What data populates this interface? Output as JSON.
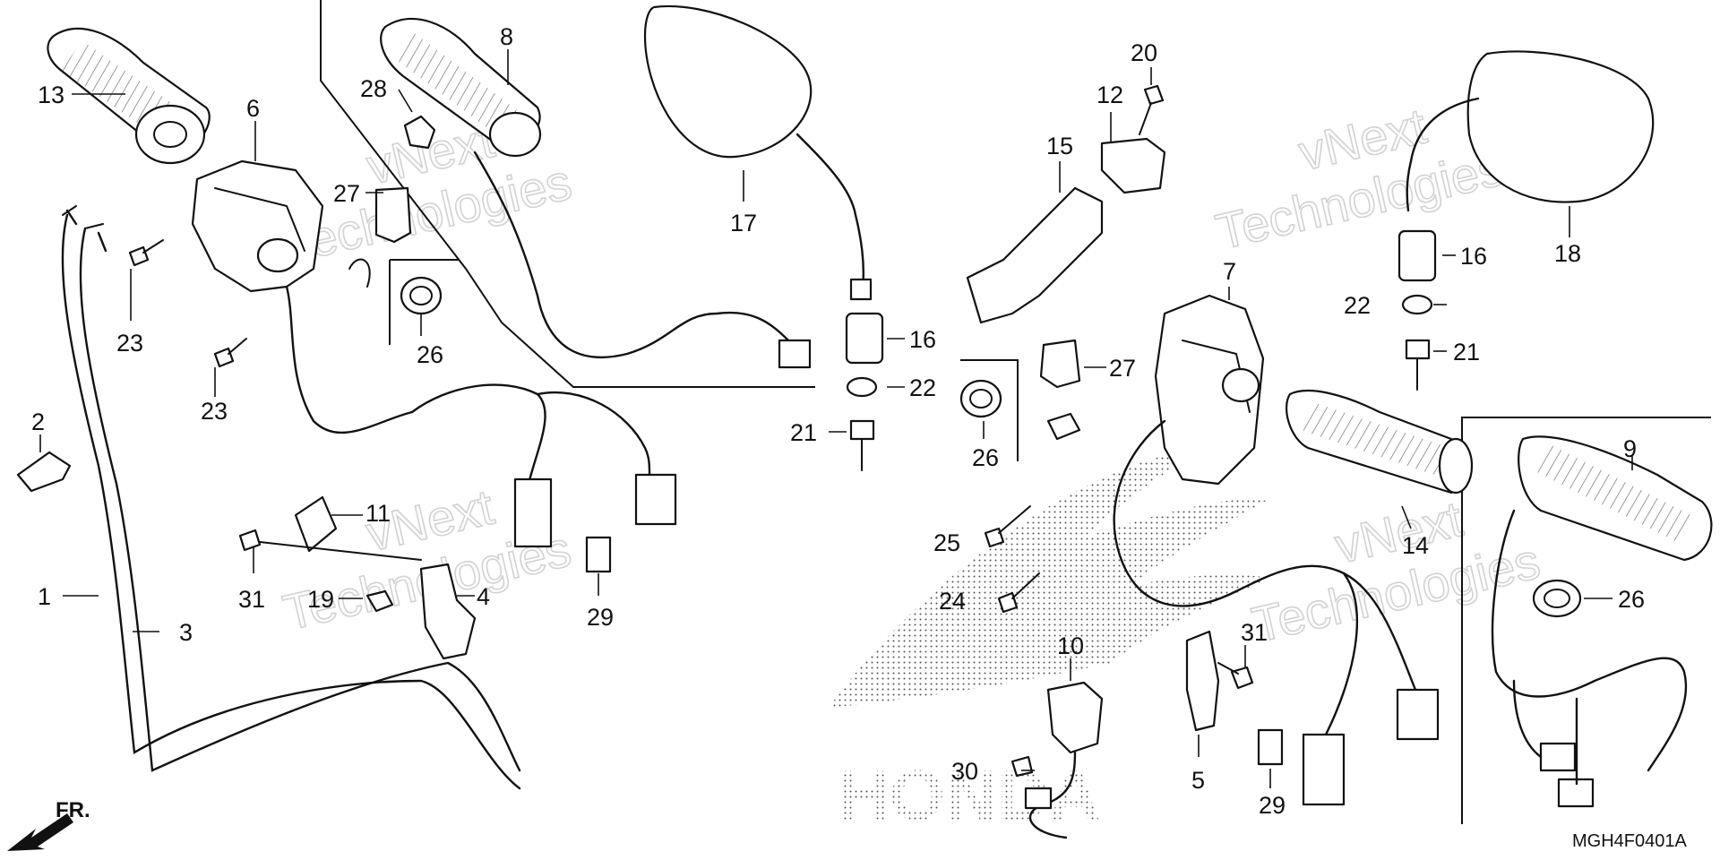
{
  "diagram": {
    "part_numbers": [
      "1",
      "2",
      "3",
      "4",
      "5",
      "6",
      "7",
      "8",
      "9",
      "10",
      "11",
      "12",
      "13",
      "14",
      "15",
      "16",
      "16",
      "17",
      "18",
      "19",
      "20",
      "21",
      "21",
      "22",
      "22",
      "23",
      "23",
      "24",
      "25",
      "26",
      "26",
      "26",
      "27",
      "27",
      "28",
      "29",
      "29",
      "30",
      "31",
      "31"
    ],
    "diagram_code": "MGH4F0401A",
    "front_arrow_label": "FR.",
    "watermark": [
      "vNext",
      "Technologies"
    ],
    "logo_text": "HONDA"
  },
  "colors": {
    "ink": "#111111",
    "background": "#ffffff",
    "watermark": "#d2d2d2"
  }
}
